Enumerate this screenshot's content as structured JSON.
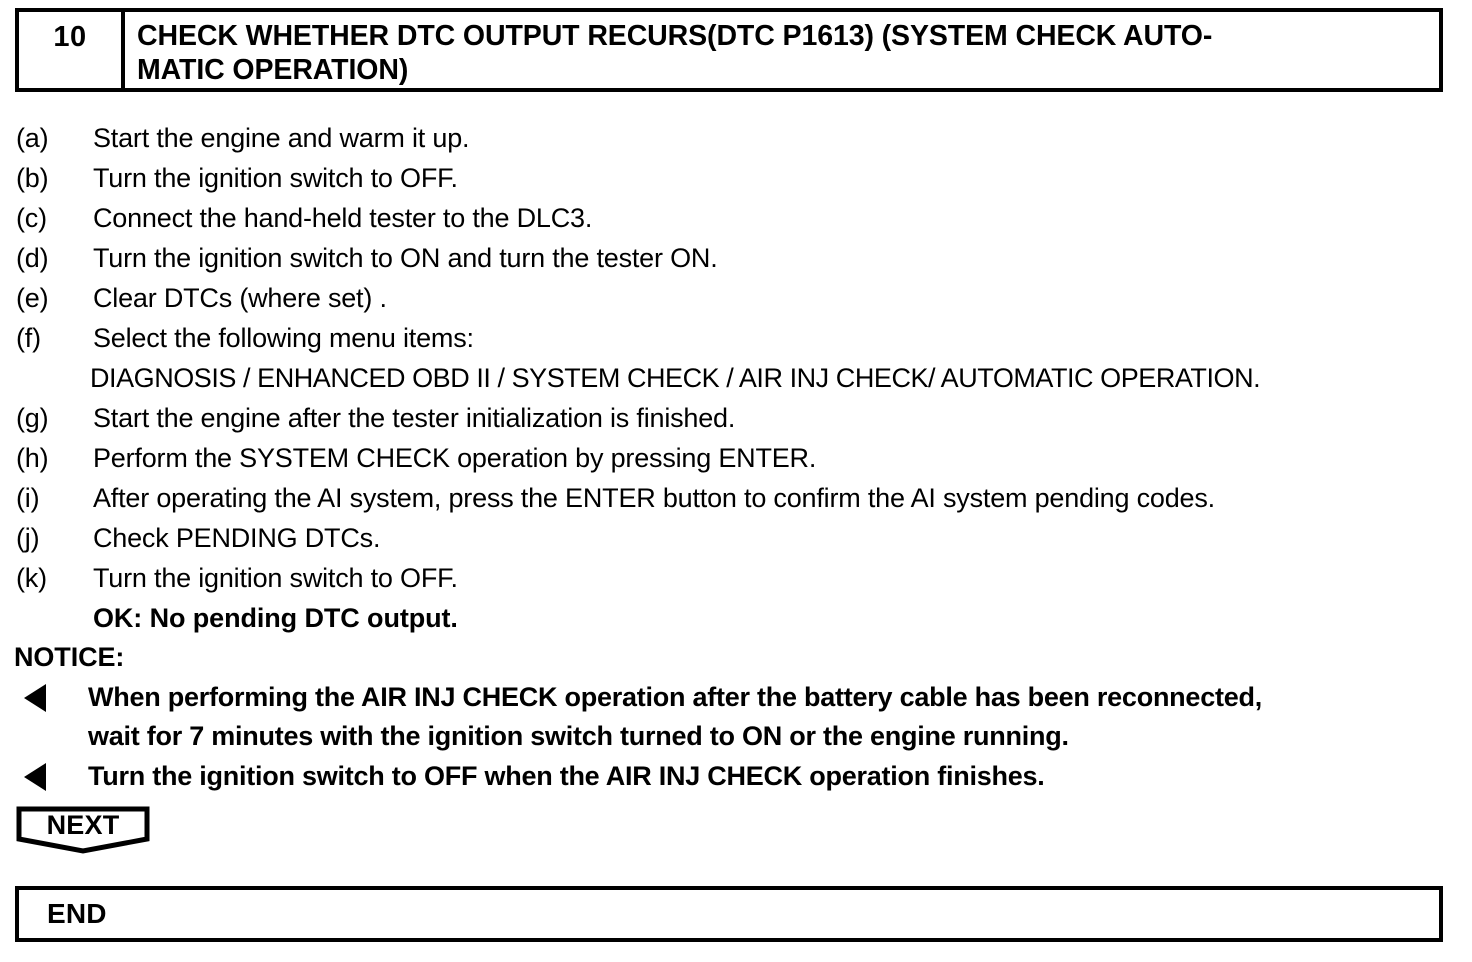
{
  "step_header": {
    "number": "10",
    "title": "CHECK WHETHER DTC OUTPUT RECURS(DTC P1613) (SYSTEM CHECK AUTO-\nMATIC OPERATION)"
  },
  "procedure": {
    "items": [
      {
        "label": "(a)",
        "text": "Start the engine and warm it up."
      },
      {
        "label": "(b)",
        "text": "Turn the ignition switch to OFF."
      },
      {
        "label": "(c)",
        "text": "Connect the hand-held tester to the DLC3."
      },
      {
        "label": "(d)",
        "text": "Turn the ignition switch to ON and turn the tester ON."
      },
      {
        "label": "(e)",
        "text": "Clear DTCs (where set) ."
      },
      {
        "label": "(f)",
        "text": "Select the following menu items:"
      },
      {
        "label": "",
        "text": "DIAGNOSIS / ENHANCED OBD II / SYSTEM CHECK / AIR INJ CHECK/ AUTOMATIC OPERATION."
      },
      {
        "label": "(g)",
        "text": "Start the engine after the tester initialization is finished."
      },
      {
        "label": "(h)",
        "text": "Perform the SYSTEM CHECK operation by pressing ENTER."
      },
      {
        "label": "(i)",
        "text": "After operating the AI system, press the ENTER button to confirm the AI system pending codes."
      },
      {
        "label": "(j)",
        "text": "Check PENDING DTCs."
      },
      {
        "label": "(k)",
        "text": "Turn the ignition switch to OFF."
      },
      {
        "label": "",
        "text": "OK: No pending DTC output."
      }
    ]
  },
  "notice": {
    "heading": "NOTICE:",
    "items": [
      {
        "bullet": "left-triangle",
        "text": "When performing the AIR INJ CHECK operation after the battery cable has been reconnected,\nwait for 7 minutes with the ignition switch turned to ON or the engine running."
      },
      {
        "bullet": "left-triangle",
        "text": "Turn the ignition switch to OFF when the AIR INJ CHECK operation finishes."
      }
    ]
  },
  "flow": {
    "next_label": "NEXT",
    "end_label": "END"
  },
  "colors": {
    "ink": "#000000",
    "paper": "#ffffff"
  }
}
